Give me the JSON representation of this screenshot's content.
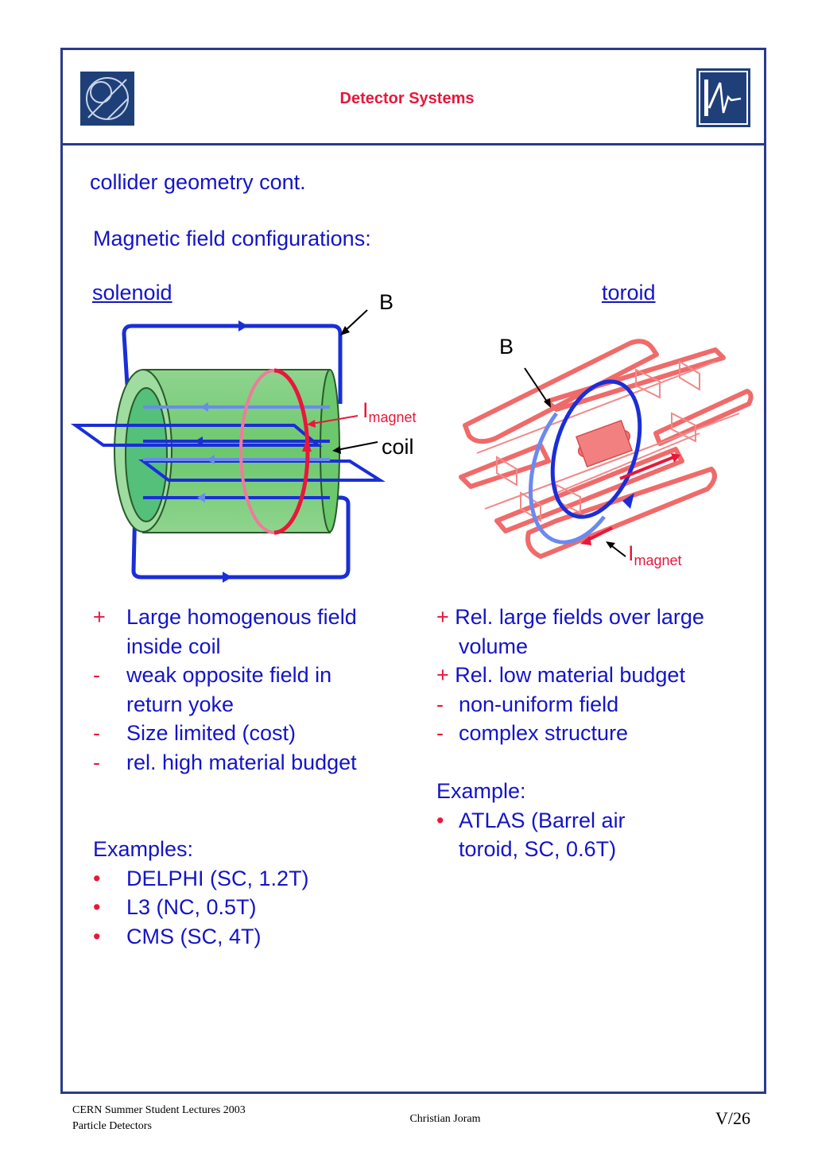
{
  "header": {
    "title": "Detector Systems"
  },
  "slide": {
    "title": "collider geometry cont.",
    "subtitle": "Magnetic field configurations:"
  },
  "solenoid": {
    "label": "solenoid",
    "b_label": "B",
    "i_label": "I",
    "i_sub": "magnet",
    "coil_label": "coil",
    "pros_cons": [
      {
        "marker": "+",
        "lines": [
          "Large homogenous field",
          "inside coil"
        ]
      },
      {
        "marker": "-",
        "lines": [
          "weak opposite field in",
          "return yoke"
        ]
      },
      {
        "marker": "-",
        "lines": [
          "Size limited (cost)"
        ]
      },
      {
        "marker": "-",
        "lines": [
          "rel. high material budget"
        ]
      }
    ],
    "examples_title": "Examples:",
    "examples": [
      {
        "marker": "•",
        "text": "DELPHI (SC, 1.2T)"
      },
      {
        "marker": "•",
        "text": "L3 (NC, 0.5T)"
      },
      {
        "marker": "•",
        "text": "CMS (SC, 4T)"
      }
    ]
  },
  "toroid": {
    "label": "toroid",
    "b_label": "B",
    "i_label": "I",
    "i_sub": "magnet",
    "pros_cons": [
      {
        "marker": "+",
        "lines": [
          "Rel. large fields over large",
          "volume"
        ]
      },
      {
        "marker": "+",
        "lines": [
          "Rel. low material budget"
        ]
      },
      {
        "marker": "-",
        "lines": [
          "non-uniform field"
        ]
      },
      {
        "marker": "-",
        "lines": [
          "complex structure"
        ]
      }
    ],
    "example_title": "Example:",
    "examples": [
      {
        "marker": "•",
        "lines": [
          "ATLAS (Barrel air",
          "toroid, SC, 0.6T)"
        ]
      }
    ]
  },
  "footer": {
    "line1": "CERN Summer Student Lectures 2003",
    "line2": "Particle Detectors",
    "author": "Christian Joram",
    "page": "V/26"
  },
  "colors": {
    "frame": "#2a3a8c",
    "text": "#1414c8",
    "accent": "#e8173b",
    "logo_bg": "#1f3f78"
  },
  "icons": [
    "cern-logo-icon",
    "institute-logo-icon"
  ]
}
